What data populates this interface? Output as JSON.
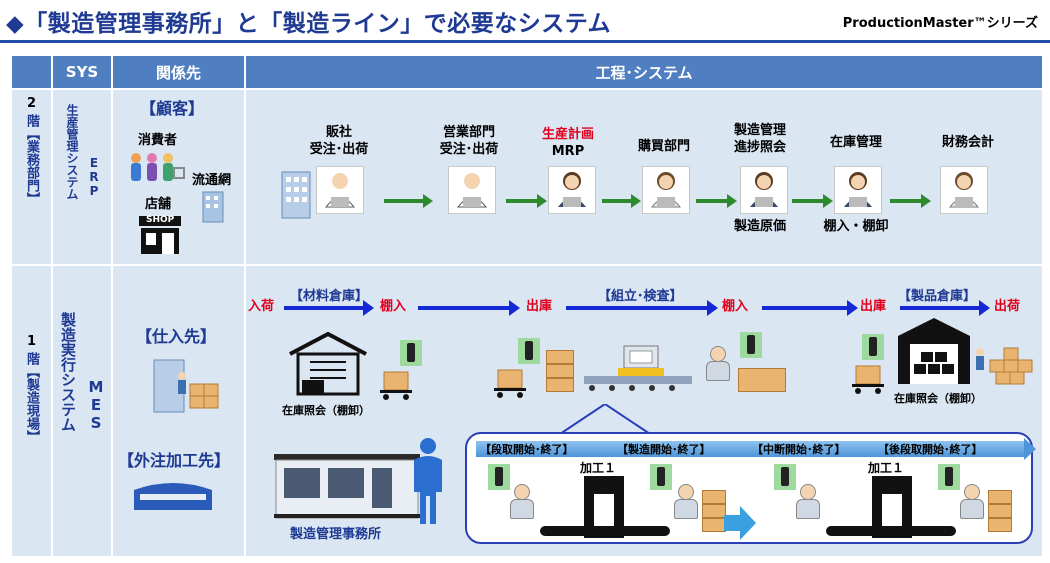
{
  "title": "◆「製造管理事務所」と「製造ライン」で必要なシステム",
  "brand": "ProductionMaster™シリーズ",
  "header": {
    "sys": "SYS",
    "related": "関係先",
    "process": "工程･システム"
  },
  "floor2": {
    "floor_num": "2",
    "floor_label": "階【業務部門】",
    "system_name": "生産管理システム",
    "system_code": "ERP",
    "related_title": "【顧客】",
    "consumer": "消費者",
    "distribution": "流通網",
    "store": "店舗",
    "shop_sign": "SHOP",
    "steps": [
      {
        "lines": [
          "販社",
          "受注･出荷"
        ]
      },
      {
        "lines": [
          "営業部門",
          "受注･出荷"
        ]
      },
      {
        "highlight": "生産計画",
        "lines": [
          "MRP"
        ]
      },
      {
        "lines": [
          "購買部門"
        ]
      },
      {
        "lines": [
          "製造管理",
          "進捗照会"
        ],
        "below": "製造原価"
      },
      {
        "lines": [
          "在庫管理"
        ],
        "below": "棚入・棚卸"
      },
      {
        "lines": [
          "財務会計"
        ]
      }
    ]
  },
  "floor1": {
    "floor_num": "1",
    "floor_label": "階【製造現場】",
    "system_name": "製造実行システム",
    "system_code": "MES",
    "supplier": "【仕入先】",
    "outsource": "【外注加工先】",
    "flow": {
      "in": "入荷",
      "material_wh": "【材料倉庫】",
      "shelve1": "棚入",
      "out1": "出庫",
      "assembly": "【組立･検査】",
      "shelve2": "棚入",
      "out2": "出庫",
      "product_wh": "【製品倉庫】",
      "ship": "出荷"
    },
    "inventory_left": "在庫照会（棚卸）",
    "inventory_right": "在庫照会（棚卸）",
    "office": "製造管理事務所",
    "detail": {
      "phases": [
        "【段取開始･終了】",
        "【製造開始･終了】",
        "【中断開始･終了】",
        "【後段取開始･終了】"
      ],
      "machine1": "加工１",
      "machine2": "加工１"
    }
  },
  "colors": {
    "accent": "#1f3a93",
    "header": "#4f7fc0",
    "row": "#dbe6f3",
    "green": "#2d8a2d",
    "blue": "#1428d6",
    "red": "#e0001b"
  }
}
